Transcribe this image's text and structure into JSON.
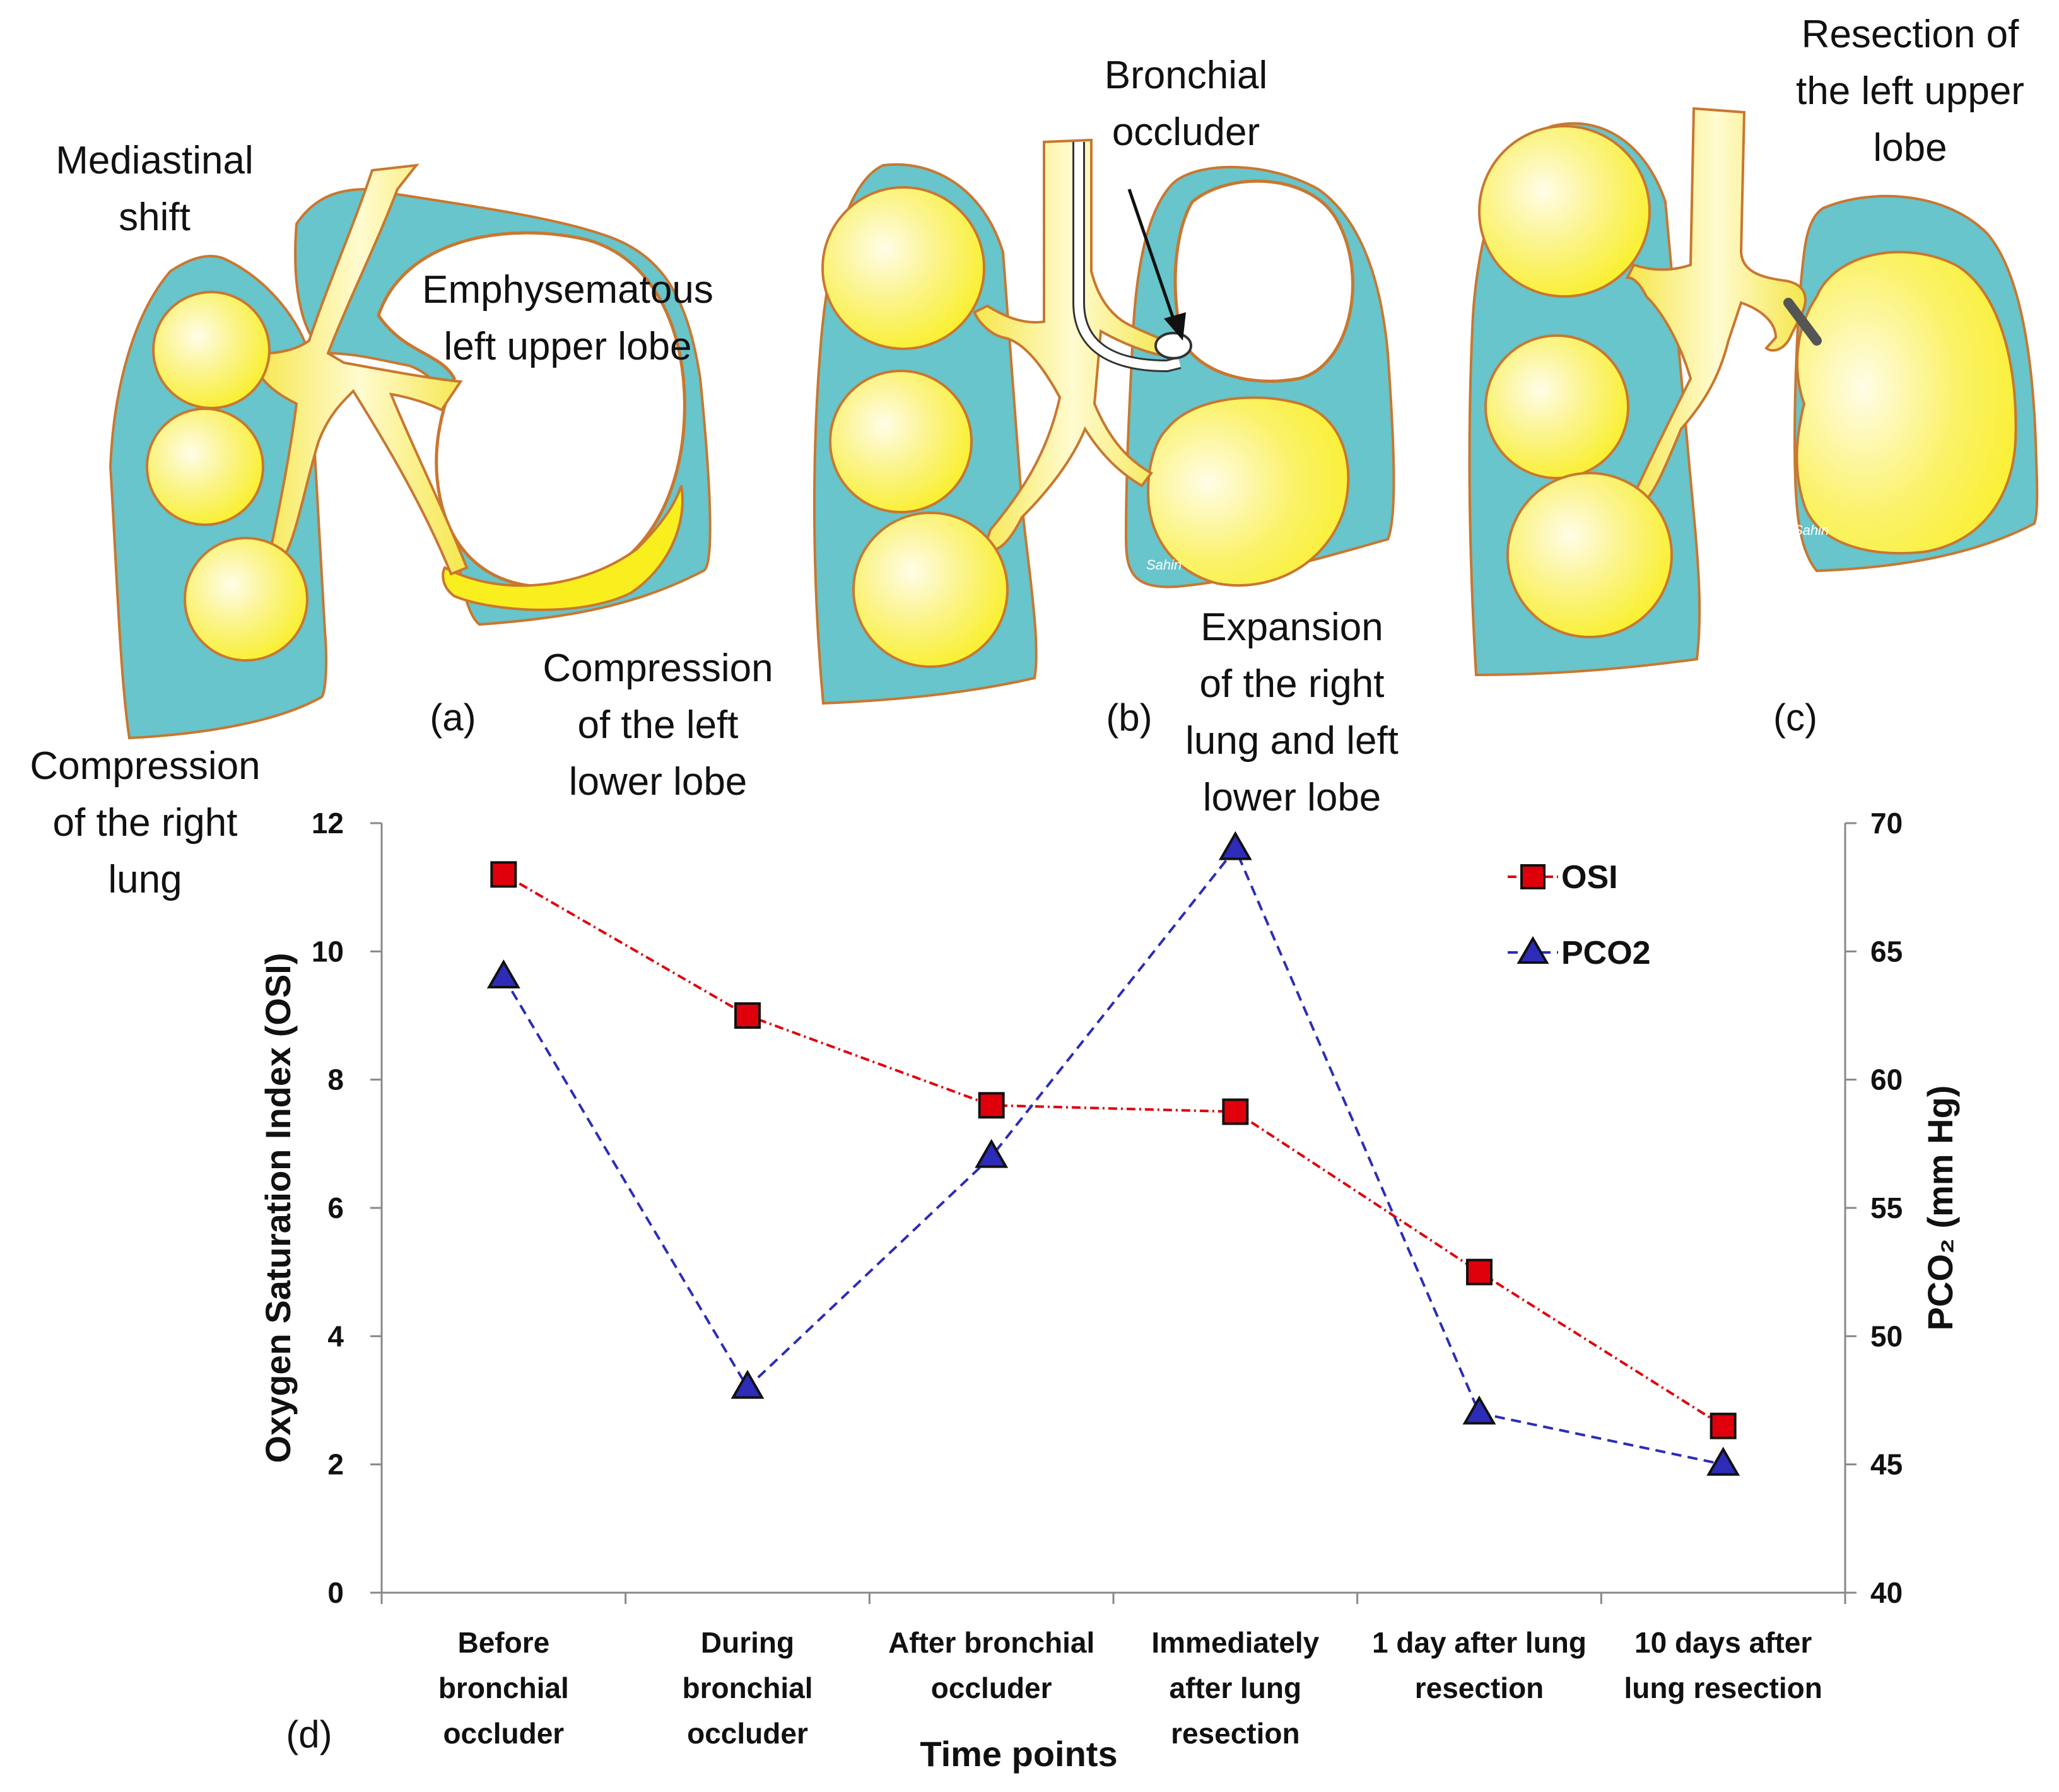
{
  "colors": {
    "lung_tissue": "#67c5cb",
    "alveolus": "#f9ef1f",
    "alveolus_highlight": "#fffde8",
    "outline": "#c9772f",
    "osi_series": "#e0000b",
    "pco2_series": "#2c2cb8",
    "axis": "#888888"
  },
  "panels": {
    "a": {
      "label": "(a)",
      "mediastinal_shift": [
        "Mediastinal",
        "shift"
      ],
      "emphysematous": [
        "Emphysematous",
        "left upper lobe"
      ],
      "compression_right": [
        "Compression",
        "of the right",
        "lung"
      ],
      "compression_left": [
        "Compression",
        "of the left",
        "lower lobe"
      ]
    },
    "b": {
      "label": "(b)",
      "occluder": [
        "Bronchial",
        "occluder"
      ],
      "expansion": [
        "Expansion",
        "of the right",
        "lung and left",
        "lower lobe"
      ],
      "signature": "Sahin"
    },
    "c": {
      "label": "(c)",
      "resection": [
        "Resection of",
        "the left upper",
        "lobe"
      ],
      "signature": "Sahin"
    },
    "d": {
      "label": "(d)"
    }
  },
  "chart_data": {
    "type": "line",
    "categories": [
      [
        "Before",
        "bronchial",
        "occluder"
      ],
      [
        "During",
        "bronchial",
        "occluder"
      ],
      [
        "After bronchial",
        "occluder"
      ],
      [
        "Immediately",
        "after lung",
        "resection"
      ],
      [
        "1 day after lung",
        "resection"
      ],
      [
        "10 days after",
        "lung resection"
      ]
    ],
    "xlabel": "Time points",
    "ylabel_left": "Oxygen Saturation Index (OSI)",
    "ylabel_right": "PCO₂ (mm Hg)",
    "ylim_left": [
      0,
      12
    ],
    "yticks_left": [
      0,
      2,
      4,
      6,
      8,
      10,
      12
    ],
    "ylim_right": [
      40,
      70
    ],
    "yticks_right": [
      40,
      45,
      50,
      55,
      60,
      65,
      70
    ],
    "grid": false,
    "legend_position": "top-right",
    "series": [
      {
        "name": "OSI",
        "axis": "left",
        "marker": "square",
        "line": "dash-dot",
        "values": [
          11.2,
          9.0,
          7.6,
          7.5,
          5.0,
          2.6
        ]
      },
      {
        "name": "PCO2",
        "axis": "right",
        "marker": "triangle",
        "line": "dashed",
        "values": [
          64,
          48,
          57,
          69,
          47,
          45
        ]
      }
    ]
  }
}
